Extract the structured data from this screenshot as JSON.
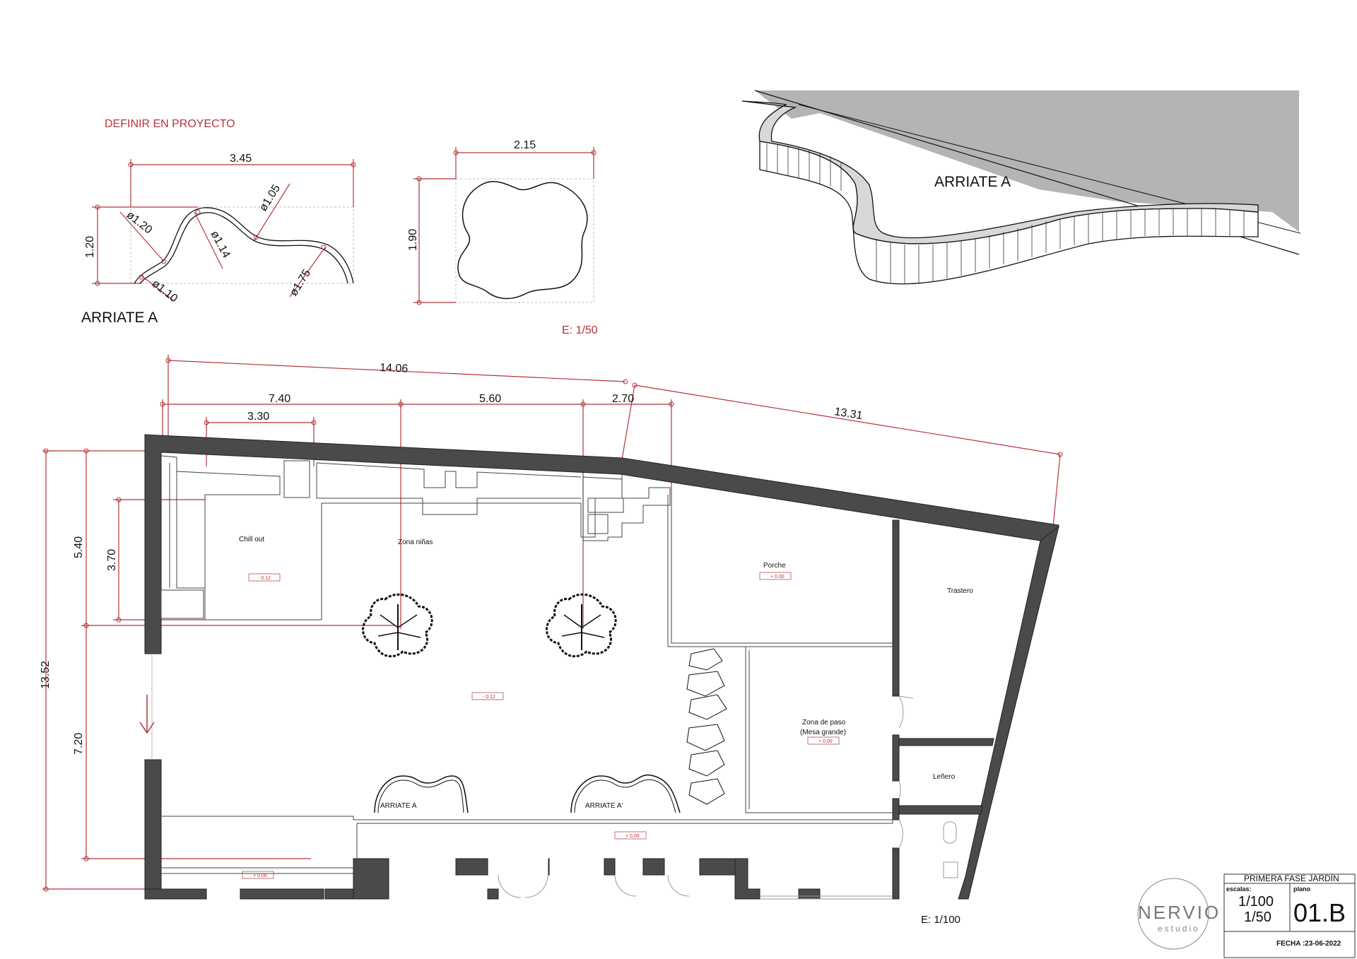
{
  "detail": {
    "note": "DEFINIR EN PROYECTO",
    "arriate_label": "ARRIATE A",
    "width": "3.45",
    "height": "1.20",
    "d1": "ø1.20",
    "d2": "ø1.05",
    "d3": "ø1.14",
    "d4": "ø1.75",
    "d5": "ø1.10"
  },
  "planter": {
    "width": "2.15",
    "height": "1.90",
    "scale": "E: 1/50"
  },
  "perspective": {
    "label": "ARRIATE A"
  },
  "plan": {
    "dims": {
      "overall_top": "14.06",
      "overall_right": "13.31",
      "seg1": "7.40",
      "seg2": "5.60",
      "seg3": "2.70",
      "chill": "3.30",
      "left_total": "13.52",
      "left_upper": "5.40",
      "left_lower": "7.20",
      "chill_h": "3.70"
    },
    "rooms": {
      "chill_out": "Chill out",
      "zona_ninas": "Zona niñas",
      "porche": "Porche",
      "trastero": "Trastero",
      "zona_paso_1": "Zona de paso",
      "zona_paso_2": "(Mesa grande)",
      "lenero": "Leñero",
      "arriate_a": "ARRIATE A",
      "arriate_a2": "ARRIATE A'"
    },
    "levels": {
      "chill": "- 0.12",
      "garden": "- 0.12",
      "porche": "+ 0.00",
      "paso": "+ 0.00",
      "strip": "+ 0.00",
      "bottom": "+ 0.00"
    },
    "scale": "E: 1/100"
  },
  "logo": {
    "name": "NERVIO",
    "sub": "estudio"
  },
  "titleblock": {
    "title": "PRIMERA FASE JARDÍN",
    "escalas_label": "escalas:",
    "scale1": "1/100",
    "scale2": "1/50",
    "plano_label": "plano",
    "plano": "01.B",
    "fecha": "FECHA :23-06-2022"
  }
}
